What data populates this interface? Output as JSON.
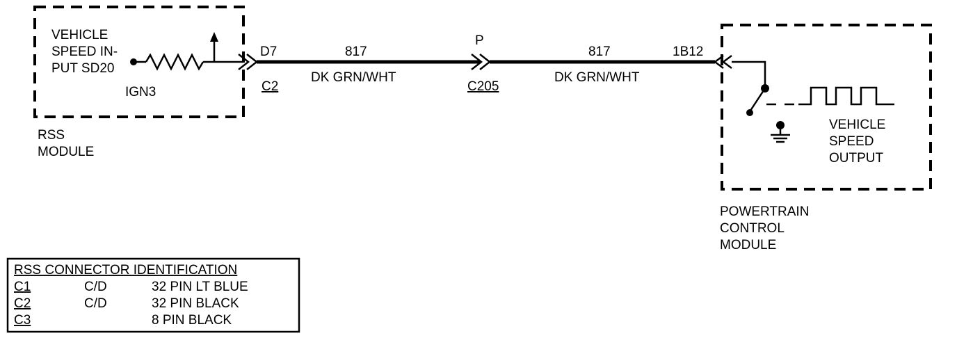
{
  "rss_module": {
    "input_label_lines": [
      "VEHICLE",
      "SPEED IN-",
      "PUT SD20"
    ],
    "power_label": "IGN3",
    "name_lines": [
      "RSS",
      "MODULE"
    ]
  },
  "connector_left": {
    "pin": "D7",
    "connector": "C2"
  },
  "wire_left": {
    "circuit": "817",
    "color": "DK GRN/WHT"
  },
  "inline_connector": {
    "pin": "P",
    "connector": "C205"
  },
  "wire_right": {
    "circuit": "817",
    "color": "DK GRN/WHT"
  },
  "connector_right": {
    "pin": "1B12"
  },
  "pcm": {
    "output_label_lines": [
      "VEHICLE",
      "SPEED",
      "OUTPUT"
    ],
    "name_lines": [
      "POWERTRAIN",
      "CONTROL",
      "MODULE"
    ]
  },
  "connector_table": {
    "title": "RSS CONNECTOR IDENTIFICATION",
    "rows": [
      {
        "id": "C1",
        "type": "C/D",
        "desc": "32 PIN LT BLUE"
      },
      {
        "id": "C2",
        "type": "C/D",
        "desc": "32 PIN BLACK"
      },
      {
        "id": "C3",
        "type": "",
        "desc": "8 PIN BLACK"
      }
    ]
  }
}
